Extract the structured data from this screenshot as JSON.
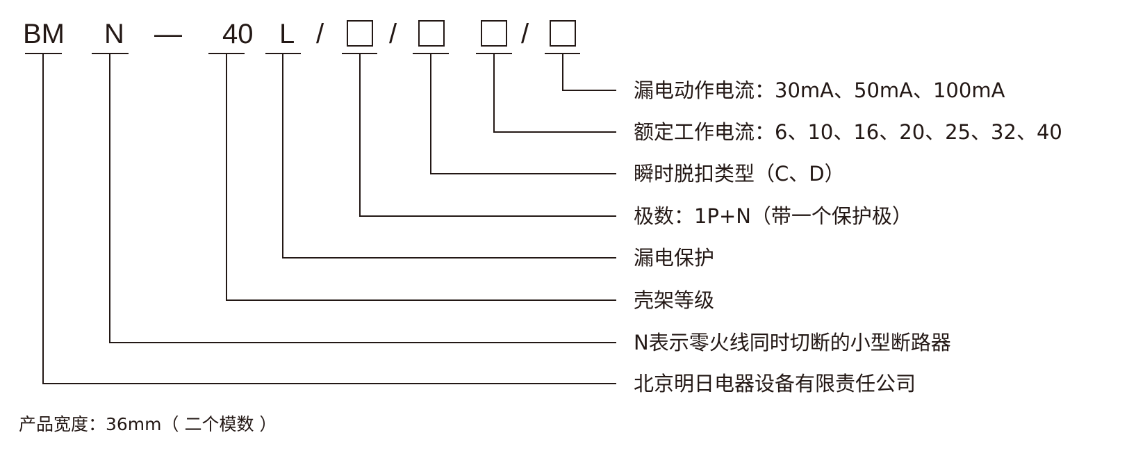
{
  "model_code": {
    "prefix": "BM",
    "n": "N",
    "dash": "—",
    "frame": "40",
    "leakage": "L",
    "slash": "/"
  },
  "legend": [
    "漏电动作电流：30mA、50mA、100mA",
    "额定工作电流：6、10、16、20、25、32、40",
    "瞬时脱扣类型（C、D）",
    "极数：1P+N（带一个保护极）",
    "漏电保护",
    "壳架等级",
    "N表示零火线同时切断的小型断路器",
    "北京明日电器设备有限责任公司"
  ],
  "footer_note": "产品宽度：36mm（ 二个模数 ）"
}
